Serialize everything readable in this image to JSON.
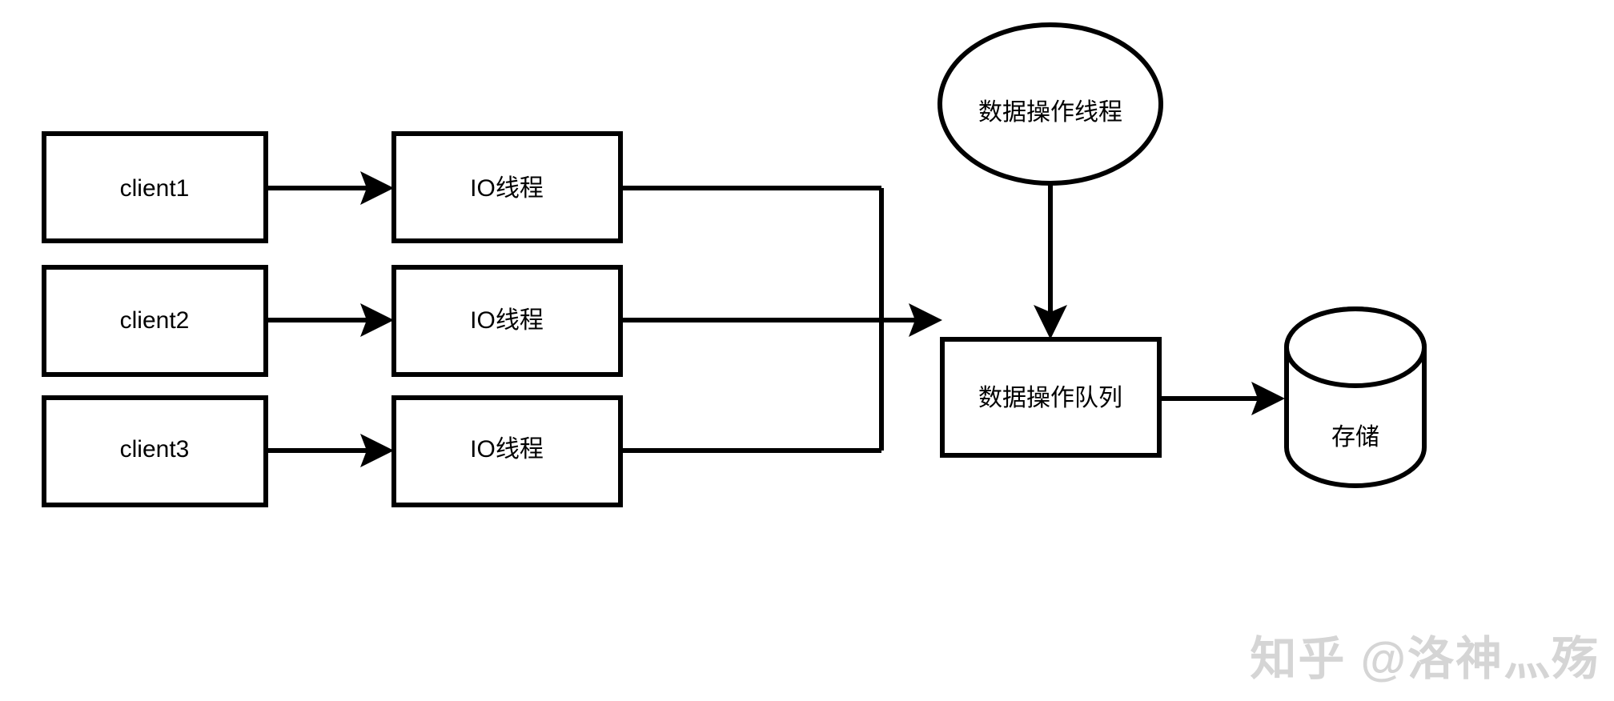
{
  "diagram": {
    "type": "flowchart",
    "title": "",
    "background_color": "#ffffff",
    "stroke_color": "#000000",
    "text_color": "#000000",
    "nodes": [
      {
        "id": "client1",
        "label": "client1",
        "shape": "rectangle"
      },
      {
        "id": "client2",
        "label": "client2",
        "shape": "rectangle"
      },
      {
        "id": "client3",
        "label": "client3",
        "shape": "rectangle"
      },
      {
        "id": "io1",
        "label": "IO线程",
        "shape": "rectangle"
      },
      {
        "id": "io2",
        "label": "IO线程",
        "shape": "rectangle"
      },
      {
        "id": "io3",
        "label": "IO线程",
        "shape": "rectangle"
      },
      {
        "id": "worker",
        "label": "数据操作线程",
        "shape": "ellipse"
      },
      {
        "id": "queue",
        "label": "数据操作队列",
        "shape": "rectangle"
      },
      {
        "id": "storage",
        "label": "存储",
        "shape": "cylinder"
      }
    ],
    "edges": [
      {
        "from": "client1",
        "to": "io1",
        "arrow": true
      },
      {
        "from": "client2",
        "to": "io2",
        "arrow": true
      },
      {
        "from": "client3",
        "to": "io3",
        "arrow": true
      },
      {
        "from": "io1",
        "to": "queue",
        "arrow": true
      },
      {
        "from": "io2",
        "to": "queue",
        "arrow": true
      },
      {
        "from": "io3",
        "to": "queue",
        "arrow": true
      },
      {
        "from": "worker",
        "to": "queue",
        "arrow": true
      },
      {
        "from": "queue",
        "to": "storage",
        "arrow": true
      }
    ]
  },
  "watermark": {
    "text": "知乎 @洛神灬殇",
    "color": "#d5d5d5"
  }
}
